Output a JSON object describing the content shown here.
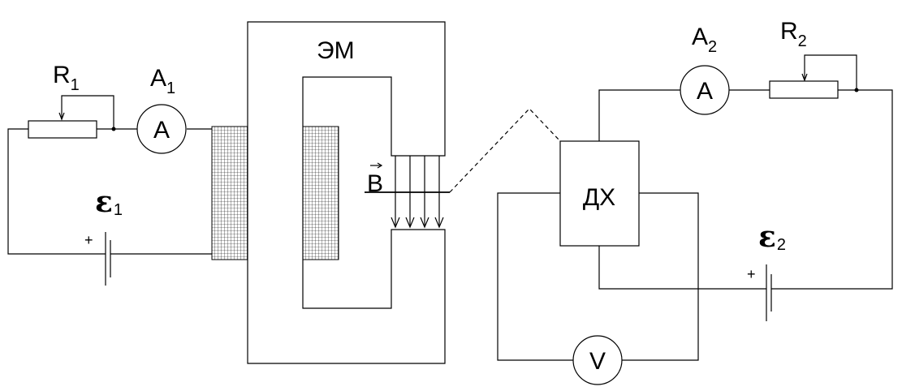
{
  "electromagnet": {
    "label": "ЭМ"
  },
  "field": {
    "label": "B"
  },
  "hall_sensor": {
    "label": "ДХ"
  },
  "left_circuit": {
    "resistor": {
      "letter": "R",
      "sub": "1"
    },
    "ammeter": {
      "letter": "A",
      "sub": "1",
      "symbol": "A"
    },
    "source": {
      "letter": "ε",
      "sub": "1",
      "polarity": "+"
    }
  },
  "right_circuit": {
    "resistor": {
      "letter": "R",
      "sub": "2"
    },
    "ammeter": {
      "letter": "A",
      "sub": "2",
      "symbol": "A"
    },
    "source": {
      "letter": "ε",
      "sub": "2",
      "polarity": "+"
    },
    "voltmeter": {
      "symbol": "V"
    }
  }
}
